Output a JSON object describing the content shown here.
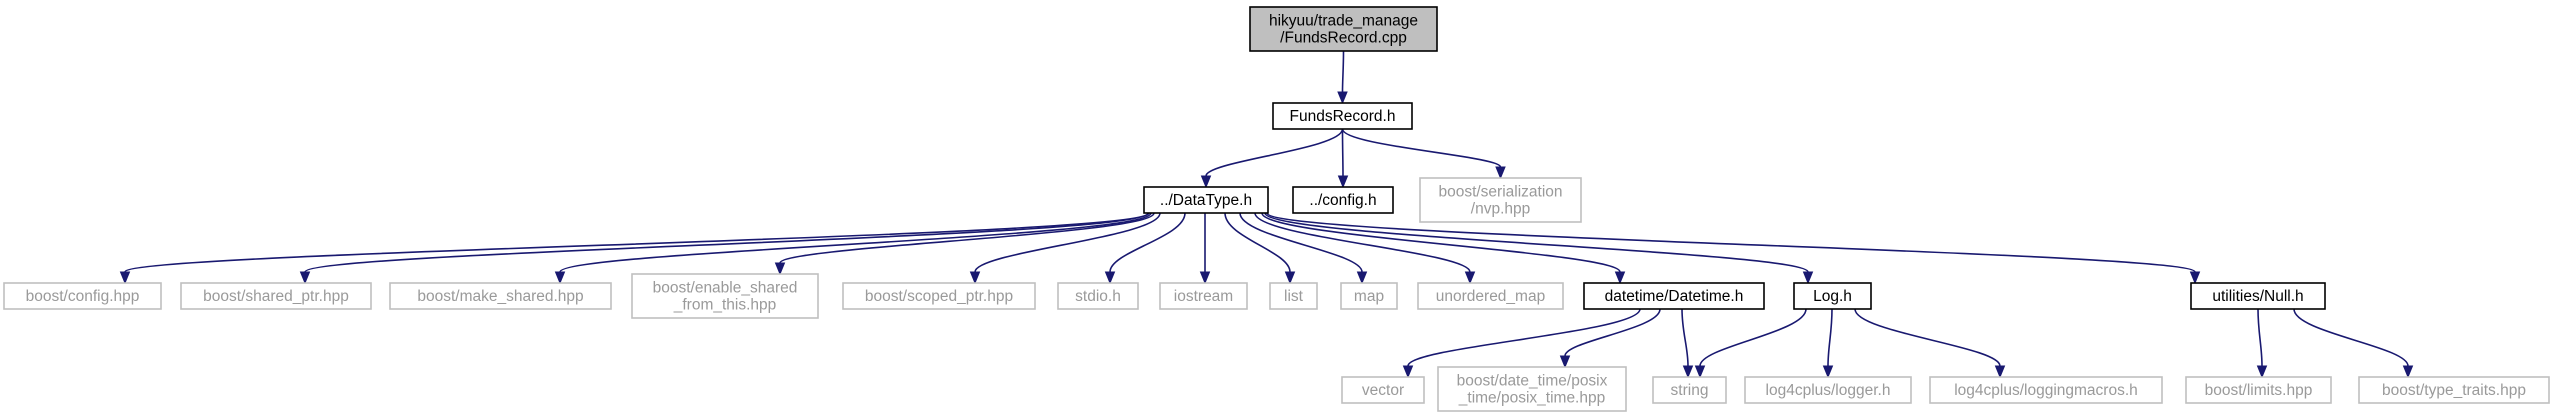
{
  "diagram": {
    "title": "hikyuu/trade_manage/FundsRecord.cpp include dependency graph",
    "colors": {
      "edge": "#191970",
      "root_fill": "#bfbfbf",
      "border": "#000000",
      "external_border": "#bfbfbf",
      "external_text": "#9a9a9a"
    },
    "nodes": [
      {
        "id": "root",
        "kind": "root",
        "lines": [
          "hikyuu/trade_manage",
          "/FundsRecord.cpp"
        ]
      },
      {
        "id": "fundsrecord_h",
        "kind": "local",
        "lines": [
          "FundsRecord.h"
        ]
      },
      {
        "id": "datatype_h",
        "kind": "local",
        "lines": [
          "../DataType.h"
        ]
      },
      {
        "id": "config_h",
        "kind": "local",
        "lines": [
          "../config.h"
        ]
      },
      {
        "id": "serialization_nvp",
        "kind": "external",
        "lines": [
          "boost/serialization",
          "/nvp.hpp"
        ]
      },
      {
        "id": "boost_config",
        "kind": "external",
        "lines": [
          "boost/config.hpp"
        ]
      },
      {
        "id": "boost_shared_ptr",
        "kind": "external",
        "lines": [
          "boost/shared_ptr.hpp"
        ]
      },
      {
        "id": "boost_make_shared",
        "kind": "external",
        "lines": [
          "boost/make_shared.hpp"
        ]
      },
      {
        "id": "boost_enable_shared",
        "kind": "external",
        "lines": [
          "boost/enable_shared",
          "_from_this.hpp"
        ]
      },
      {
        "id": "boost_scoped_ptr",
        "kind": "external",
        "lines": [
          "boost/scoped_ptr.hpp"
        ]
      },
      {
        "id": "stdio",
        "kind": "external",
        "lines": [
          "stdio.h"
        ]
      },
      {
        "id": "iostream",
        "kind": "external",
        "lines": [
          "iostream"
        ]
      },
      {
        "id": "list",
        "kind": "external",
        "lines": [
          "list"
        ]
      },
      {
        "id": "map",
        "kind": "external",
        "lines": [
          "map"
        ]
      },
      {
        "id": "unordered_map",
        "kind": "external",
        "lines": [
          "unordered_map"
        ]
      },
      {
        "id": "datetime_h",
        "kind": "local",
        "lines": [
          "datetime/Datetime.h"
        ]
      },
      {
        "id": "log_h",
        "kind": "local",
        "lines": [
          "Log.h"
        ]
      },
      {
        "id": "null_h",
        "kind": "local",
        "lines": [
          "utilities/Null.h"
        ]
      },
      {
        "id": "vector",
        "kind": "external",
        "lines": [
          "vector"
        ]
      },
      {
        "id": "posix_time",
        "kind": "external",
        "lines": [
          "boost/date_time/posix",
          "_time/posix_time.hpp"
        ]
      },
      {
        "id": "string",
        "kind": "external",
        "lines": [
          "string"
        ]
      },
      {
        "id": "log4cplus_logger",
        "kind": "external",
        "lines": [
          "log4cplus/logger.h"
        ]
      },
      {
        "id": "log4cplus_macros",
        "kind": "external",
        "lines": [
          "log4cplus/loggingmacros.h"
        ]
      },
      {
        "id": "boost_limits",
        "kind": "external",
        "lines": [
          "boost/limits.hpp"
        ]
      },
      {
        "id": "boost_type_traits",
        "kind": "external",
        "lines": [
          "boost/type_traits.hpp"
        ]
      }
    ],
    "edges": [
      [
        "root",
        "fundsrecord_h"
      ],
      [
        "fundsrecord_h",
        "datatype_h"
      ],
      [
        "fundsrecord_h",
        "config_h"
      ],
      [
        "fundsrecord_h",
        "serialization_nvp"
      ],
      [
        "datatype_h",
        "boost_config"
      ],
      [
        "datatype_h",
        "boost_shared_ptr"
      ],
      [
        "datatype_h",
        "boost_make_shared"
      ],
      [
        "datatype_h",
        "boost_enable_shared"
      ],
      [
        "datatype_h",
        "boost_scoped_ptr"
      ],
      [
        "datatype_h",
        "stdio"
      ],
      [
        "datatype_h",
        "iostream"
      ],
      [
        "datatype_h",
        "list"
      ],
      [
        "datatype_h",
        "map"
      ],
      [
        "datatype_h",
        "unordered_map"
      ],
      [
        "datatype_h",
        "datetime_h"
      ],
      [
        "datatype_h",
        "log_h"
      ],
      [
        "datatype_h",
        "null_h"
      ],
      [
        "datetime_h",
        "vector"
      ],
      [
        "datetime_h",
        "posix_time"
      ],
      [
        "datetime_h",
        "string"
      ],
      [
        "log_h",
        "string"
      ],
      [
        "log_h",
        "log4cplus_logger"
      ],
      [
        "log_h",
        "log4cplus_macros"
      ],
      [
        "null_h",
        "boost_limits"
      ],
      [
        "null_h",
        "boost_type_traits"
      ]
    ]
  }
}
